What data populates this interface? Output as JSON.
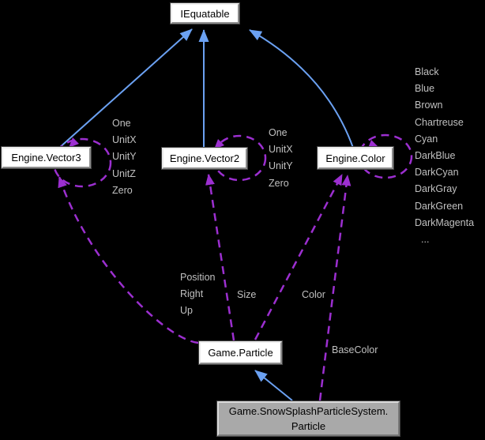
{
  "nodes": {
    "iequatable": {
      "label": "IEquatable"
    },
    "vector3": {
      "label": "Engine.Vector3"
    },
    "vector2": {
      "label": "Engine.Vector2"
    },
    "color": {
      "label": "Engine.Color"
    },
    "particle": {
      "label": "Game.Particle"
    },
    "snowsplash": {
      "line1": "Game.SnowSplashParticleSystem.",
      "line2": "Particle"
    }
  },
  "members": {
    "vector3": [
      "One",
      "UnitX",
      "UnitY",
      "UnitZ",
      "Zero"
    ],
    "vector2": [
      "One",
      "UnitX",
      "UnitY",
      "Zero"
    ],
    "color": [
      "Black",
      "Blue",
      "Brown",
      "Chartreuse",
      "Cyan",
      "DarkBlue",
      "DarkCyan",
      "DarkGray",
      "DarkGreen",
      "DarkMagenta",
      "..."
    ]
  },
  "edge_labels": {
    "particle_vector3": [
      "Position",
      "Right",
      "Up"
    ],
    "particle_vector2": "Size",
    "particle_color": "Color",
    "snowsplash_color": "BaseColor"
  },
  "colors": {
    "background": "#000000",
    "node_fill": "#ffffff",
    "node_text": "#000000",
    "selected_node_fill": "#a9a9a9",
    "inheritance_edge": "#6ba1f2",
    "usage_edge": "#9c2fd0",
    "label_text": "#c0c0c0"
  }
}
